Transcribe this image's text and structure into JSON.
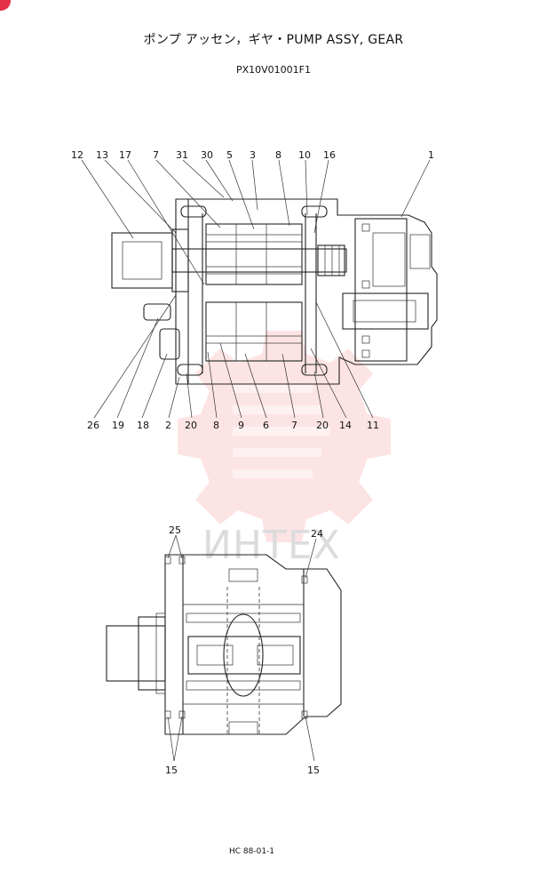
{
  "document": {
    "title": "ポンプ アッセン，ギヤ・PUMP ASSY, GEAR",
    "code": "PX10V01001F1",
    "footer": "HC  88-01-1",
    "watermark_text": "ИНТЕХ",
    "watermark_color": "#f05a5a"
  },
  "top_view": {
    "callouts_top": [
      "12",
      "13",
      "17",
      "7",
      "31",
      "30",
      "5",
      "3",
      "8",
      "10",
      "16",
      "1"
    ],
    "callouts_bottom": [
      "26",
      "19",
      "18",
      "2",
      "20",
      "8",
      "9",
      "6",
      "7",
      "20",
      "14",
      "11"
    ]
  },
  "bottom_view": {
    "callouts": [
      "25",
      "24",
      "15",
      "15"
    ]
  }
}
